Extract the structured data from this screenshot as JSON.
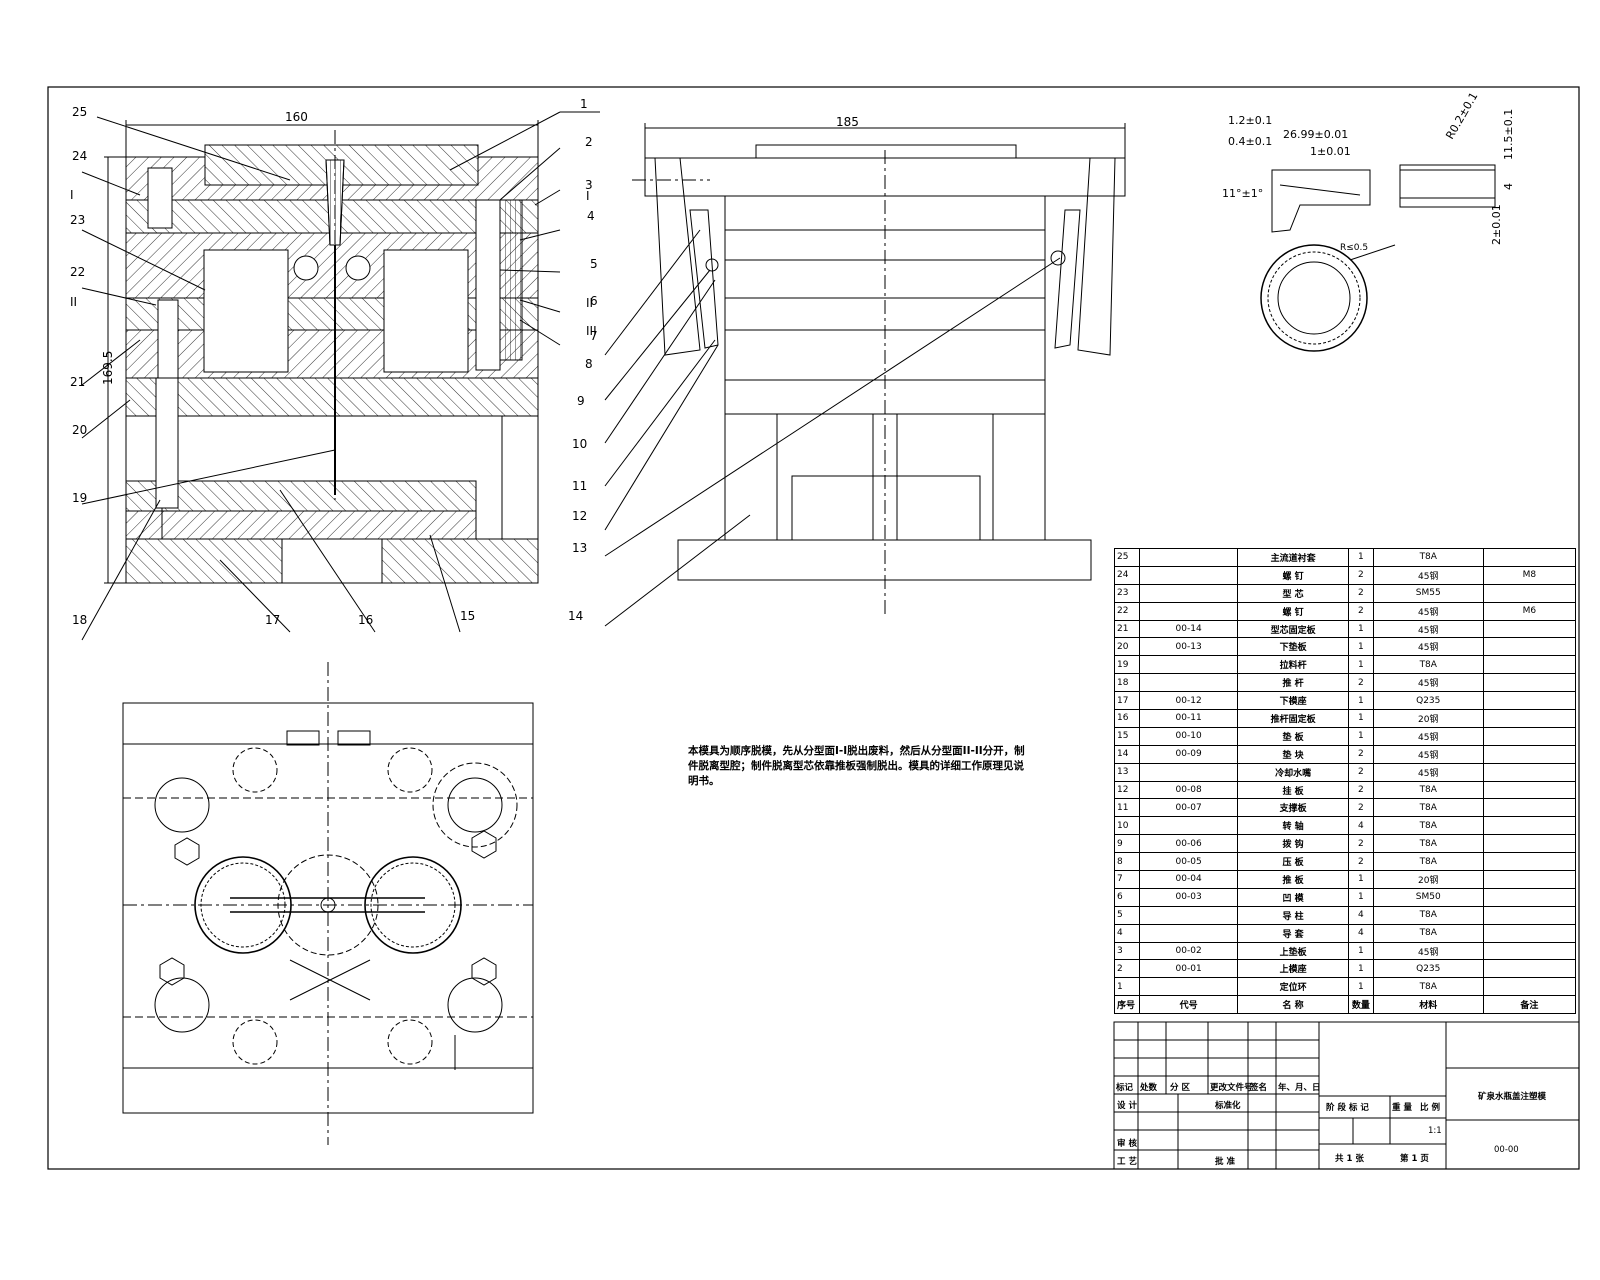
{
  "section_view": {
    "width_dim": "160",
    "height_dim": "169.5",
    "callouts": [
      "1",
      "2",
      "3",
      "4",
      "5",
      "6",
      "7",
      "8",
      "25",
      "24",
      "23",
      "22",
      "21",
      "20",
      "19",
      "18",
      "17",
      "16",
      "15"
    ],
    "parting_marks": [
      "I",
      "II",
      "I",
      "II",
      "III"
    ]
  },
  "side_view": {
    "width_dim": "185",
    "callouts": [
      "9",
      "10",
      "11",
      "12",
      "13",
      "14"
    ]
  },
  "part_detail": {
    "dims": [
      "1.2±0.1",
      "0.4±0.1",
      "26.99±0.01",
      "1±0.01",
      "11°±1°",
      "R0.2±0.1",
      "11.5±0.1",
      "4",
      "2±0.01",
      "R≤0.5"
    ]
  },
  "note": "本模具为顺序脱模，先从分型面I-I脱出废料，然后从分型面II-II分开，制件脱离型腔；制件脱离型芯依靠推板强制脱出。模具的详细工作原理见说明书。",
  "bom": {
    "rows": [
      {
        "no": "25",
        "code": "",
        "name": "主流道衬套",
        "qty": "1",
        "material": "T8A",
        "remark": ""
      },
      {
        "no": "24",
        "code": "",
        "name": "螺 钉",
        "qty": "2",
        "material": "45钢",
        "remark": "M8"
      },
      {
        "no": "23",
        "code": "",
        "name": "型 芯",
        "qty": "2",
        "material": "SM55",
        "remark": ""
      },
      {
        "no": "22",
        "code": "",
        "name": "螺 钉",
        "qty": "2",
        "material": "45钢",
        "remark": "M6"
      },
      {
        "no": "21",
        "code": "00-14",
        "name": "型芯固定板",
        "qty": "1",
        "material": "45钢",
        "remark": ""
      },
      {
        "no": "20",
        "code": "00-13",
        "name": "下垫板",
        "qty": "1",
        "material": "45钢",
        "remark": ""
      },
      {
        "no": "19",
        "code": "",
        "name": "拉料杆",
        "qty": "1",
        "material": "T8A",
        "remark": ""
      },
      {
        "no": "18",
        "code": "",
        "name": "推 杆",
        "qty": "2",
        "material": "45钢",
        "remark": ""
      },
      {
        "no": "17",
        "code": "00-12",
        "name": "下模座",
        "qty": "1",
        "material": "Q235",
        "remark": ""
      },
      {
        "no": "16",
        "code": "00-11",
        "name": "推杆固定板",
        "qty": "1",
        "material": "20钢",
        "remark": ""
      },
      {
        "no": "15",
        "code": "00-10",
        "name": "垫 板",
        "qty": "1",
        "material": "45钢",
        "remark": ""
      },
      {
        "no": "14",
        "code": "00-09",
        "name": "垫 块",
        "qty": "2",
        "material": "45钢",
        "remark": ""
      },
      {
        "no": "13",
        "code": "",
        "name": "冷却水嘴",
        "qty": "2",
        "material": "45钢",
        "remark": ""
      },
      {
        "no": "12",
        "code": "00-08",
        "name": "挂 板",
        "qty": "2",
        "material": "T8A",
        "remark": ""
      },
      {
        "no": "11",
        "code": "00-07",
        "name": "支撑板",
        "qty": "2",
        "material": "T8A",
        "remark": ""
      },
      {
        "no": "10",
        "code": "",
        "name": "转 轴",
        "qty": "4",
        "material": "T8A",
        "remark": ""
      },
      {
        "no": "9",
        "code": "00-06",
        "name": "拨 钩",
        "qty": "2",
        "material": "T8A",
        "remark": ""
      },
      {
        "no": "8",
        "code": "00-05",
        "name": "压 板",
        "qty": "2",
        "material": "T8A",
        "remark": ""
      },
      {
        "no": "7",
        "code": "00-04",
        "name": "推 板",
        "qty": "1",
        "material": "20钢",
        "remark": ""
      },
      {
        "no": "6",
        "code": "00-03",
        "name": "凹 模",
        "qty": "1",
        "material": "SM50",
        "remark": ""
      },
      {
        "no": "5",
        "code": "",
        "name": "导 柱",
        "qty": "4",
        "material": "T8A",
        "remark": ""
      },
      {
        "no": "4",
        "code": "",
        "name": "导 套",
        "qty": "4",
        "material": "T8A",
        "remark": ""
      },
      {
        "no": "3",
        "code": "00-02",
        "name": "上垫板",
        "qty": "1",
        "material": "45钢",
        "remark": ""
      },
      {
        "no": "2",
        "code": "00-01",
        "name": "上模座",
        "qty": "1",
        "material": "Q235",
        "remark": ""
      },
      {
        "no": "1",
        "code": "",
        "name": "定位环",
        "qty": "1",
        "material": "T8A",
        "remark": ""
      }
    ],
    "header": {
      "no": "序号",
      "code": "代号",
      "name": "名 称",
      "qty": "数量",
      "material": "材料",
      "remark": "备注"
    }
  },
  "title_block": {
    "revision_labels": [
      "标记",
      "处数",
      "分 区",
      "更改文件号",
      "签名",
      "年、月、日"
    ],
    "design": "设 计",
    "standardization": "标准化",
    "check": "审 核",
    "process": "工 艺",
    "approve": "批 准",
    "stage_labels": [
      "阶 段 标 记",
      "重 量",
      "比 例"
    ],
    "scale": "1:1",
    "sheets": "共 1 张",
    "sheet_no": "第 1 页",
    "title": "矿泉水瓶盖注塑模",
    "drawing_no": "00-00"
  }
}
